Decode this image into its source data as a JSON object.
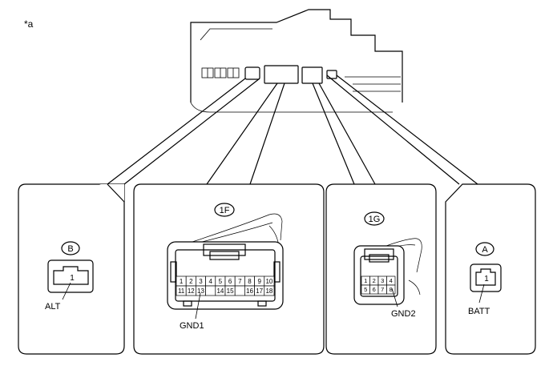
{
  "view_label": "*a",
  "panels": [
    {
      "id": "b",
      "connector_code": "B",
      "terminal_name": "ALT",
      "pins": [
        "1"
      ]
    },
    {
      "id": "1f",
      "connector_code": "1F",
      "terminal_name": "GND1",
      "pins_row1": [
        "1",
        "2",
        "3",
        "4",
        "5",
        "6",
        "7",
        "8",
        "9",
        "10"
      ],
      "pins_row2": [
        "11",
        "12",
        "13",
        "",
        "14",
        "15",
        "",
        "16",
        "17",
        "18"
      ]
    },
    {
      "id": "1g",
      "connector_code": "1G",
      "terminal_name": "GND2",
      "pins_row1": [
        "1",
        "2",
        "3",
        "4"
      ],
      "pins_row2": [
        "5",
        "6",
        "7",
        "8"
      ]
    },
    {
      "id": "a",
      "connector_code": "A",
      "terminal_name": "BATT",
      "pins": [
        "1"
      ]
    }
  ]
}
